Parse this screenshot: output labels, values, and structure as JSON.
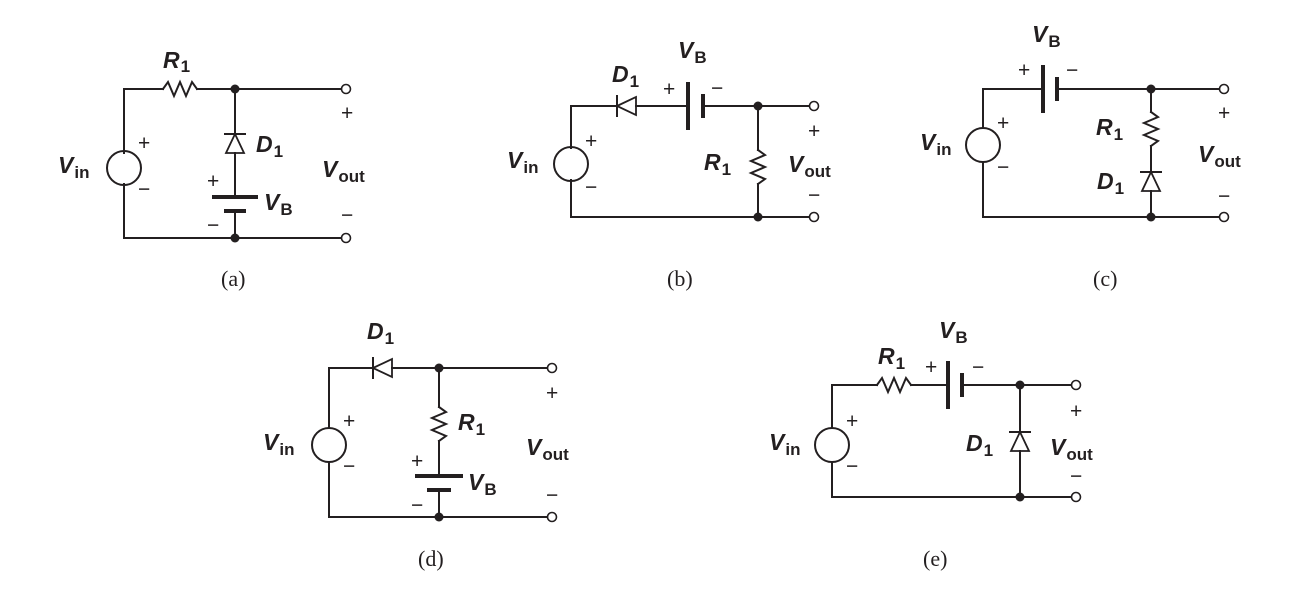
{
  "figure": {
    "subfigures": [
      {
        "caption": "(a)"
      },
      {
        "caption": "(b)"
      },
      {
        "caption": "(c)"
      },
      {
        "caption": "(d)"
      },
      {
        "caption": "(e)"
      }
    ]
  },
  "labels": {
    "v_in": "V",
    "v_in_sub": "in",
    "v_out": "V",
    "v_out_sub": "out",
    "r1": "R",
    "r1_sub": "1",
    "d1": "D",
    "d1_sub": "1",
    "vb": "V",
    "vb_sub": "B",
    "plus": "+",
    "minus": "−"
  },
  "colors": {
    "ink": "#231f20",
    "background": "#ffffff"
  }
}
